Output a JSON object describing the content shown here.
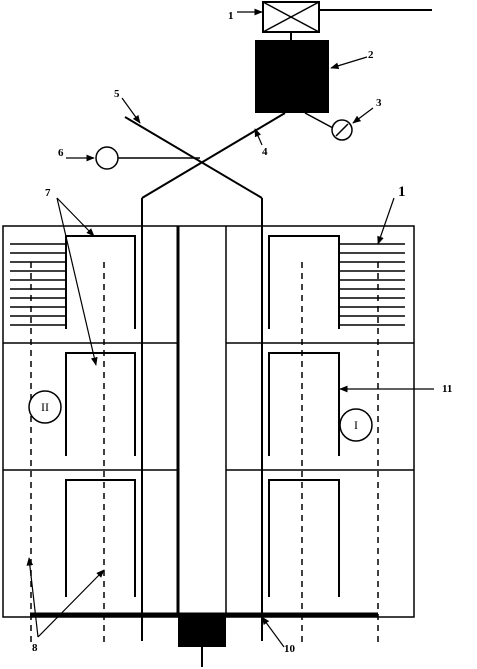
{
  "labels": {
    "label_1_top": "1",
    "label_2": "2",
    "label_3": "3",
    "label_4": "4",
    "label_5": "5",
    "label_6": "6",
    "label_7": "7",
    "label_1_right": "1",
    "label_11": "11",
    "label_8": "8",
    "label_10": "10"
  },
  "circle_marks": {
    "zone_left": "II",
    "zone_right": "I"
  }
}
